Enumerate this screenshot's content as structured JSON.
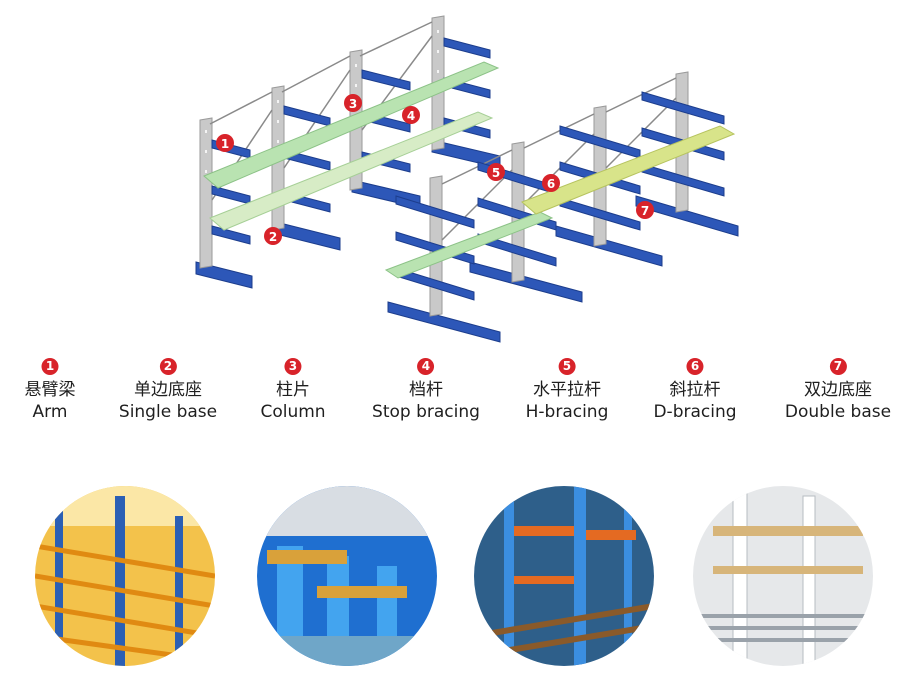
{
  "callouts": [
    "1",
    "2",
    "3",
    "4",
    "5",
    "6",
    "7"
  ],
  "legend": [
    {
      "num": "1",
      "zh": "悬臂梁",
      "en": "Arm"
    },
    {
      "num": "2",
      "zh": "单边底座",
      "en": "Single base"
    },
    {
      "num": "3",
      "zh": "柱片",
      "en": "Column"
    },
    {
      "num": "4",
      "zh": "档杆",
      "en": "Stop bracing"
    },
    {
      "num": "5",
      "zh": "水平拉杆",
      "en": "H-bracing"
    },
    {
      "num": "6",
      "zh": "斜拉杆",
      "en": "D-bracing"
    },
    {
      "num": "7",
      "zh": "双边底座",
      "en": "Double base"
    }
  ],
  "colors": {
    "callout_red": "#d8232a",
    "arm_blue": "#2d57b8",
    "column_grey": "#c9c9c9",
    "board_green": "#b9e3b1",
    "board_yellow": "#d8e48a"
  }
}
